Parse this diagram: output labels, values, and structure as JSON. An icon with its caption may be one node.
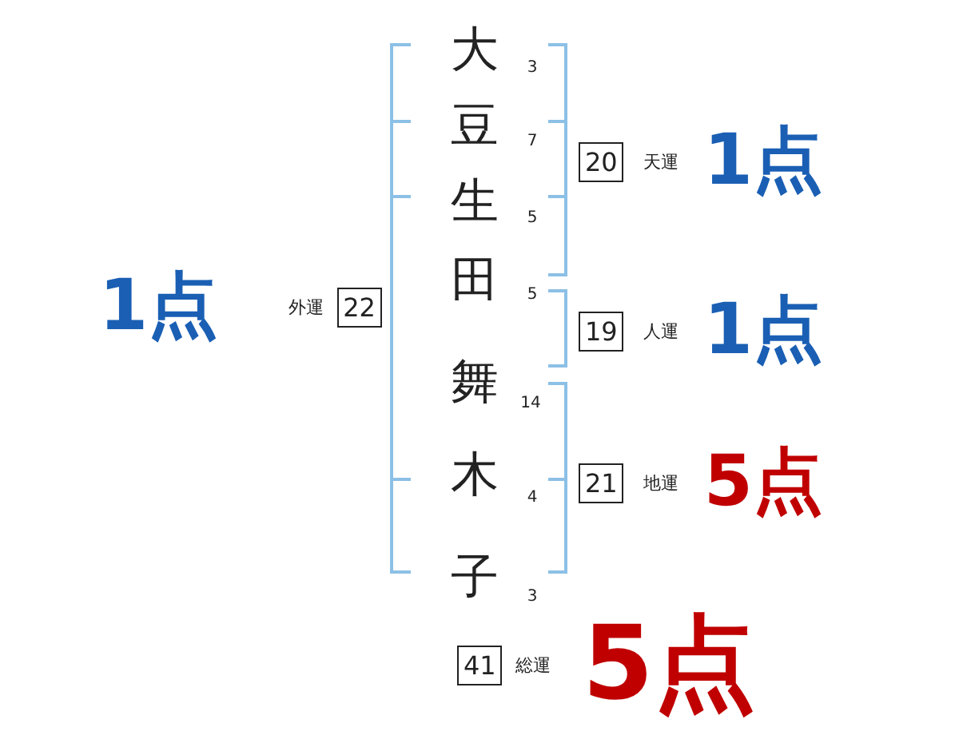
{
  "diagram": {
    "nodes": [
      {
        "text": [
          "20"
        ],
        "beside": [
          "天運",
          "1点"
        ]
      },
      {
        "text": [
          "22"
        ],
        "beside": [
          "外運",
          "1点"
        ]
      },
      {
        "text": [
          "19"
        ],
        "beside": [
          "人運",
          "1点"
        ]
      },
      {
        "text": [
          "21"
        ],
        "beside": [
          "地運",
          "5点"
        ]
      },
      {
        "text": [
          "41"
        ],
        "beside": [
          "総運",
          "5点"
        ]
      }
    ],
    "labels": [
      "大",
      "3",
      "豆",
      "7",
      "生",
      "5",
      "田",
      "5",
      "舞",
      "14",
      "木",
      "4",
      "子",
      "3"
    ]
  }
}
